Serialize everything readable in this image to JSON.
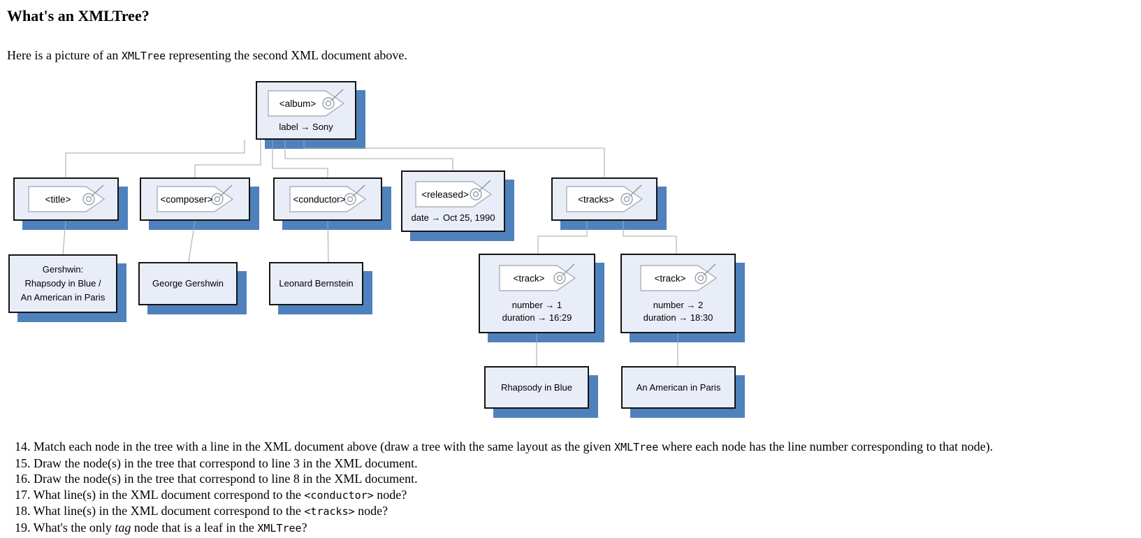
{
  "heading": "What's an XMLTree?",
  "intro": {
    "segments": [
      {
        "t": "Here is a picture of an ",
        "s": "serif"
      },
      {
        "t": "XMLTree",
        "s": "mono"
      },
      {
        "t": " representing the second XML document above.",
        "s": "serif"
      }
    ]
  },
  "diagram": {
    "colors": {
      "node_fill": "#e9edf7",
      "node_border": "#141414",
      "shadow_blue": "#4f81bd",
      "connector_gray": "#a6a6a6",
      "tag_outline_gray": "#aab1bc"
    },
    "nodes": {
      "album": {
        "tag": "<album>",
        "attrs": [
          "label → Sony"
        ]
      },
      "title": {
        "tag": "<title>",
        "attrs": []
      },
      "composer": {
        "tag": "<composer>",
        "attrs": []
      },
      "conductor": {
        "tag": "<conductor>",
        "attrs": []
      },
      "released": {
        "tag": "<released>",
        "attrs": [
          "date → Oct 25, 1990"
        ]
      },
      "tracks": {
        "tag": "<tracks>",
        "attrs": []
      },
      "track1": {
        "tag": "<track>",
        "attrs": [
          "number → 1",
          "duration → 16:29"
        ]
      },
      "track2": {
        "tag": "<track>",
        "attrs": [
          "number → 2",
          "duration → 18:30"
        ]
      },
      "text_title": {
        "lines": [
          "Gershwin:",
          "Rhapsody in Blue /",
          "An American in Paris"
        ]
      },
      "text_composer": {
        "lines": [
          "George Gershwin"
        ]
      },
      "text_conductor": {
        "lines": [
          "Leonard Bernstein"
        ]
      },
      "text_track1": {
        "lines": [
          "Rhapsody in Blue"
        ]
      },
      "text_track2": {
        "lines": [
          "An American in Paris"
        ]
      }
    },
    "edges": [
      {
        "parent": "album",
        "child": "title"
      },
      {
        "parent": "album",
        "child": "composer"
      },
      {
        "parent": "album",
        "child": "conductor"
      },
      {
        "parent": "album",
        "child": "released"
      },
      {
        "parent": "album",
        "child": "tracks"
      },
      {
        "parent": "title",
        "child": "text_title"
      },
      {
        "parent": "composer",
        "child": "text_composer"
      },
      {
        "parent": "conductor",
        "child": "text_conductor"
      },
      {
        "parent": "tracks",
        "child": "track1"
      },
      {
        "parent": "tracks",
        "child": "track2"
      },
      {
        "parent": "track1",
        "child": "text_track1"
      },
      {
        "parent": "track2",
        "child": "text_track2"
      }
    ]
  },
  "questions": [
    {
      "segments": [
        {
          "t": "14. Match each node in the tree with a line in the XML document above (draw a tree with the same layout as the given ",
          "s": "serif"
        },
        {
          "t": "XMLTree",
          "s": "mono"
        },
        {
          "t": " where each node has the line number corresponding to that node).",
          "s": "serif"
        }
      ]
    },
    {
      "segments": [
        {
          "t": "15. Draw the node(s) in the tree that correspond to line 3 in the XML document.",
          "s": "serif"
        }
      ]
    },
    {
      "segments": [
        {
          "t": "16. Draw the node(s) in the tree that correspond to line 8 in the XML document.",
          "s": "serif"
        }
      ]
    },
    {
      "segments": [
        {
          "t": "17. What line(s) in the XML document correspond to the ",
          "s": "serif"
        },
        {
          "t": "<conductor>",
          "s": "mono"
        },
        {
          "t": " node?",
          "s": "serif"
        }
      ]
    },
    {
      "segments": [
        {
          "t": "18. What line(s) in the XML document correspond to the ",
          "s": "serif"
        },
        {
          "t": "<tracks>",
          "s": "mono"
        },
        {
          "t": " node?",
          "s": "serif"
        }
      ]
    },
    {
      "segments": [
        {
          "t": "19. What's the only ",
          "s": "serif"
        },
        {
          "t": "tag",
          "s": "italic"
        },
        {
          "t": " node that is a leaf in the ",
          "s": "serif"
        },
        {
          "t": "XMLTree",
          "s": "mono"
        },
        {
          "t": "?",
          "s": "serif"
        }
      ]
    }
  ]
}
